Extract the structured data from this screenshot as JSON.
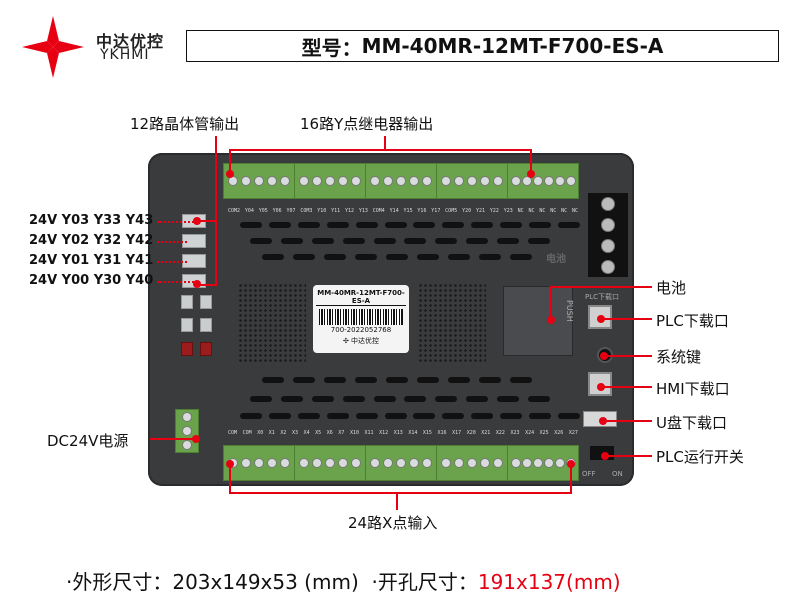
{
  "header": {
    "brand_cn": "中达优控",
    "brand_en": "YKHMI",
    "model_label": "型号：",
    "model_value": "MM-40MR-12MT-F700-ES-A"
  },
  "callouts": {
    "transistor_out": "12路晶体管输出",
    "relay_out": "16路Y点继电器输出",
    "transistor_rows": [
      "24V  Y03  Y33  Y43",
      "24V  Y02  Y32  Y42",
      "24V  Y01  Y31  Y41",
      "24V  Y00  Y30  Y40"
    ],
    "power": "DC24V电源",
    "battery": "电池",
    "plc_download": "PLC下载口",
    "system_key": "系统键",
    "hmi_download": "HMI下载口",
    "usb_download": "U盘下载口",
    "plc_run_switch": "PLC运行开关",
    "x_inputs": "24路X点输入"
  },
  "device": {
    "top_pins": [
      "COM2",
      "Y04",
      "Y05",
      "Y06",
      "Y07",
      "COM3",
      "Y10",
      "Y11",
      "Y12",
      "Y13",
      "COM4",
      "Y14",
      "Y15",
      "Y16",
      "Y17",
      "COM5",
      "Y20",
      "Y21",
      "Y22",
      "Y23",
      "NC",
      "NC",
      "NC",
      "NC",
      "NC",
      "NC"
    ],
    "bottom_pins": [
      "COM",
      "COM",
      "X0",
      "X1",
      "X2",
      "X3",
      "X4",
      "X5",
      "X6",
      "X7",
      "X10",
      "X11",
      "X12",
      "X13",
      "X14",
      "X15",
      "X16",
      "X17",
      "X20",
      "X21",
      "X22",
      "X23",
      "X24",
      "X25",
      "X26",
      "X27"
    ],
    "sticker_model": "MM-40MR-12MT-F700-ES-A",
    "sticker_serial": "700-2022052768",
    "sticker_brand": "中达优控",
    "battery_silk": "电池",
    "push_silk": "PUSH",
    "plc_port_silk": "PLC下载口",
    "switch_off": "OFF",
    "switch_on": "ON"
  },
  "footer": {
    "outer_label": "·外形尺寸：",
    "outer_value": "203x149x53 (mm)",
    "cutout_label": "·开孔尺寸：",
    "cutout_value": "191x137(mm)"
  },
  "colors": {
    "accent_red": "#e60012",
    "terminal_green": "#6ba34c",
    "device_body": "#3a3b3d"
  }
}
